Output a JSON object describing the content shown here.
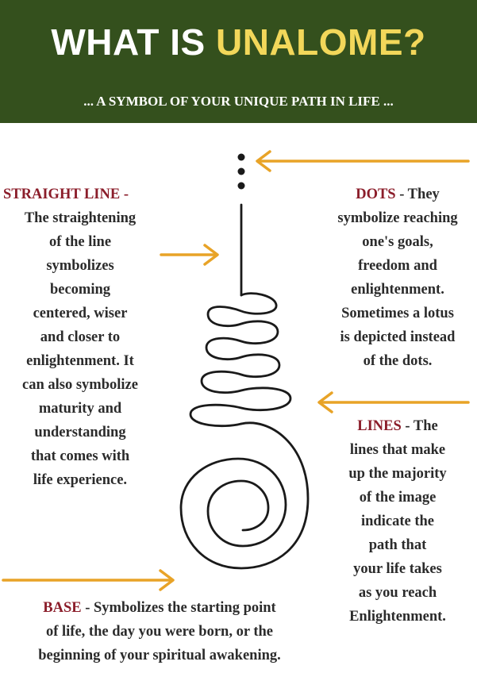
{
  "header": {
    "title_prefix": "WHAT IS ",
    "title_accent": "UNALOME?",
    "subtitle": "... A SYMBOL OF YOUR UNIQUE PATH IN LIFE ...",
    "background_color": "#34501d",
    "accent_color": "#f2d75a"
  },
  "straight_line": {
    "label": "STRAIGHT LINE",
    "separator": " -",
    "lines": [
      "The straightening",
      "of the line",
      "symbolizes",
      "becoming",
      "centered, wiser",
      "and closer to",
      "enlightenment. It",
      "can also symbolize",
      "maturity and",
      "understanding",
      "that comes with",
      "life experience."
    ]
  },
  "dots": {
    "label": "DOTS",
    "first_line_rest": " - They",
    "lines": [
      "symbolize reaching",
      "one's goals,",
      "freedom and",
      "enlightenment.",
      "Sometimes a lotus",
      "is depicted instead",
      "of the dots."
    ]
  },
  "lines_section": {
    "label": "LINES",
    "first_line_rest": " - The",
    "lines": [
      "lines that make",
      "up the majority",
      "of the image",
      "indicate the",
      "path that",
      "your life takes",
      "as you reach",
      "Enlightenment."
    ]
  },
  "base": {
    "label": "BASE",
    "first_line_rest": " - Symbolizes the starting point",
    "lines": [
      "of  life, the day you were born, or the",
      "beginning of your spiritual awakening."
    ]
  },
  "colors": {
    "label_color": "#8b1d2a",
    "arrow_color": "#e8a327",
    "symbol_color": "#1a1a1a"
  },
  "icons": [
    "unalome-symbol",
    "arrow-left",
    "arrow-right"
  ]
}
